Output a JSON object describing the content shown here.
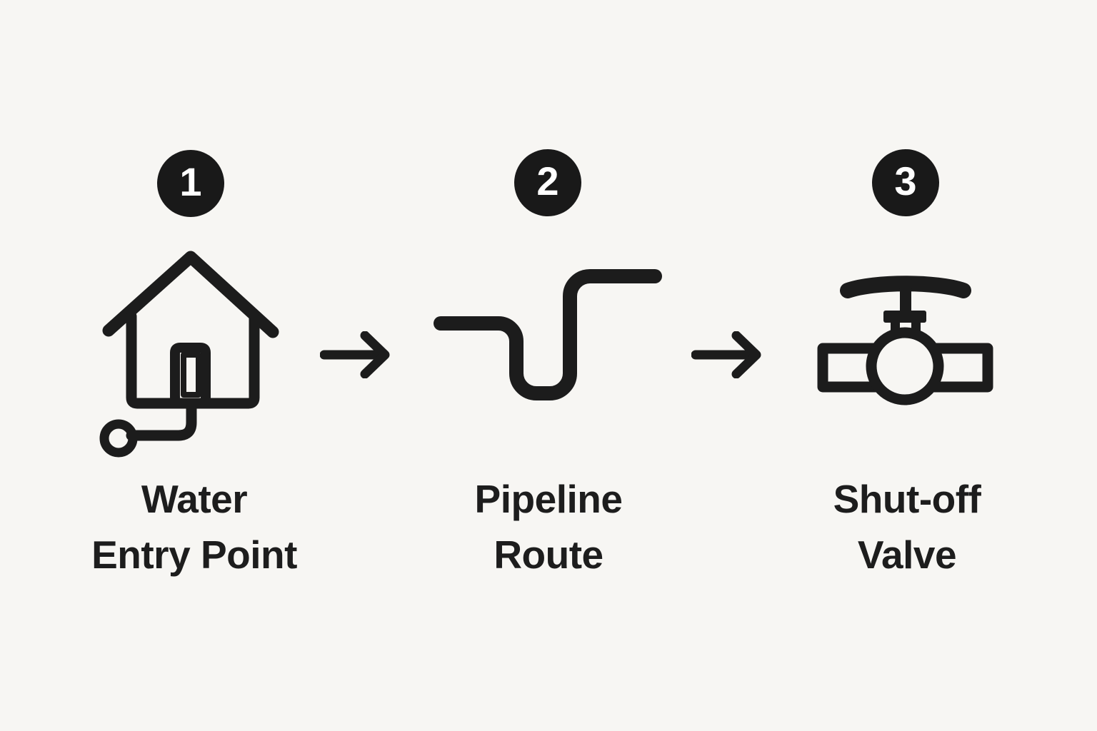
{
  "colors": {
    "background": "#f7f6f3",
    "ink": "#1c1c1c",
    "badge_background": "#191919",
    "badge_text": "#ffffff"
  },
  "steps": [
    {
      "number": "1",
      "icon": "house-water-entry-icon",
      "label_line1": "Water",
      "label_line2": "Entry Point"
    },
    {
      "number": "2",
      "icon": "pipeline-route-icon",
      "label_line1": "Pipeline",
      "label_line2": "Route"
    },
    {
      "number": "3",
      "icon": "shutoff-valve-icon",
      "label_line1": "Shut-off",
      "label_line2": "Valve"
    }
  ],
  "connectors": [
    {
      "icon": "right-arrow-icon"
    },
    {
      "icon": "right-arrow-icon"
    }
  ]
}
